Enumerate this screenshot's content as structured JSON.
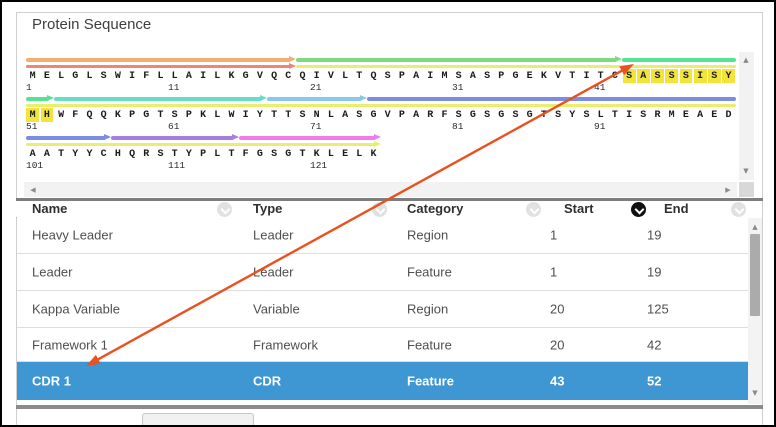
{
  "title": "Protein Sequence",
  "sequence": {
    "row_starts": [
      1,
      51,
      101
    ],
    "rows": [
      "MELGLSWIFLLAILKGVQCQIVLTQSPAIMSASPGEKVTITCSASSSISY",
      "MHWFQQKPGTSPKLWIYTTSNLASGVPARFSGSGSGTSYSLTISRMEAED",
      "AATYYCHQRSTYPLTFGSGTKLELK"
    ],
    "tick_labels": [
      "1",
      "11",
      "21",
      "31",
      "41",
      "51",
      "61",
      "71",
      "81",
      "91",
      "101",
      "111",
      "121"
    ],
    "annotations": [
      {
        "name": "Heavy Leader",
        "track": 1,
        "start": 1,
        "end": 19,
        "color": "#F0AE72"
      },
      {
        "name": "Leader",
        "track": 2,
        "start": 1,
        "end": 19,
        "color": "#EE8577"
      },
      {
        "name": "Framework 1",
        "track": 1,
        "start": 20,
        "end": 42,
        "color": "#7FD97F"
      },
      {
        "name": "Kappa Variable",
        "track": 2,
        "start": 20,
        "end": 125,
        "color": "#E9EE6E"
      },
      {
        "name": "CDR 1",
        "track": 1,
        "start": 43,
        "end": 52,
        "color": "#53E391"
      },
      {
        "name": "",
        "track": 1,
        "start": 53,
        "end": 67,
        "color": "#66DDC9"
      },
      {
        "name": "",
        "track": 1,
        "start": 68,
        "end": 74,
        "color": "#8AC7EC"
      },
      {
        "name": "",
        "track": 1,
        "start": 75,
        "end": 106,
        "color": "#7E8BE5"
      },
      {
        "name": "",
        "track": 1,
        "start": 107,
        "end": 115,
        "color": "#A77EDD"
      },
      {
        "name": "",
        "track": 1,
        "start": 116,
        "end": 125,
        "color": "#F27BEA"
      }
    ],
    "selection_highlight": {
      "start": 43,
      "end": 52,
      "color": "#F2E43A"
    }
  },
  "table": {
    "columns": [
      {
        "label": "Name",
        "sorted": false
      },
      {
        "label": "Type",
        "sorted": false
      },
      {
        "label": "Category",
        "sorted": false
      },
      {
        "label": "Start",
        "sorted": true
      },
      {
        "label": "End",
        "sorted": false
      }
    ],
    "rows": [
      {
        "name": "Heavy Leader",
        "type": "Leader",
        "category": "Region",
        "start": "1",
        "end": "19",
        "selected": false
      },
      {
        "name": "Leader",
        "type": "Leader",
        "category": "Feature",
        "start": "1",
        "end": "19",
        "selected": false
      },
      {
        "name": "Kappa Variable",
        "type": "Variable",
        "category": "Region",
        "start": "20",
        "end": "125",
        "selected": false
      },
      {
        "name": "Framework 1",
        "type": "Framework",
        "category": "Feature",
        "start": "20",
        "end": "42",
        "selected": false
      },
      {
        "name": "CDR 1",
        "type": "CDR",
        "category": "Feature",
        "start": "43",
        "end": "52",
        "selected": true
      }
    ],
    "selected_row_color": "#3E96D2"
  },
  "annotation_arrow": {
    "color": "#E8521F"
  },
  "icons": {
    "scroll_up": "▲",
    "scroll_down": "▼",
    "scroll_left": "◀",
    "scroll_right": "▶"
  }
}
